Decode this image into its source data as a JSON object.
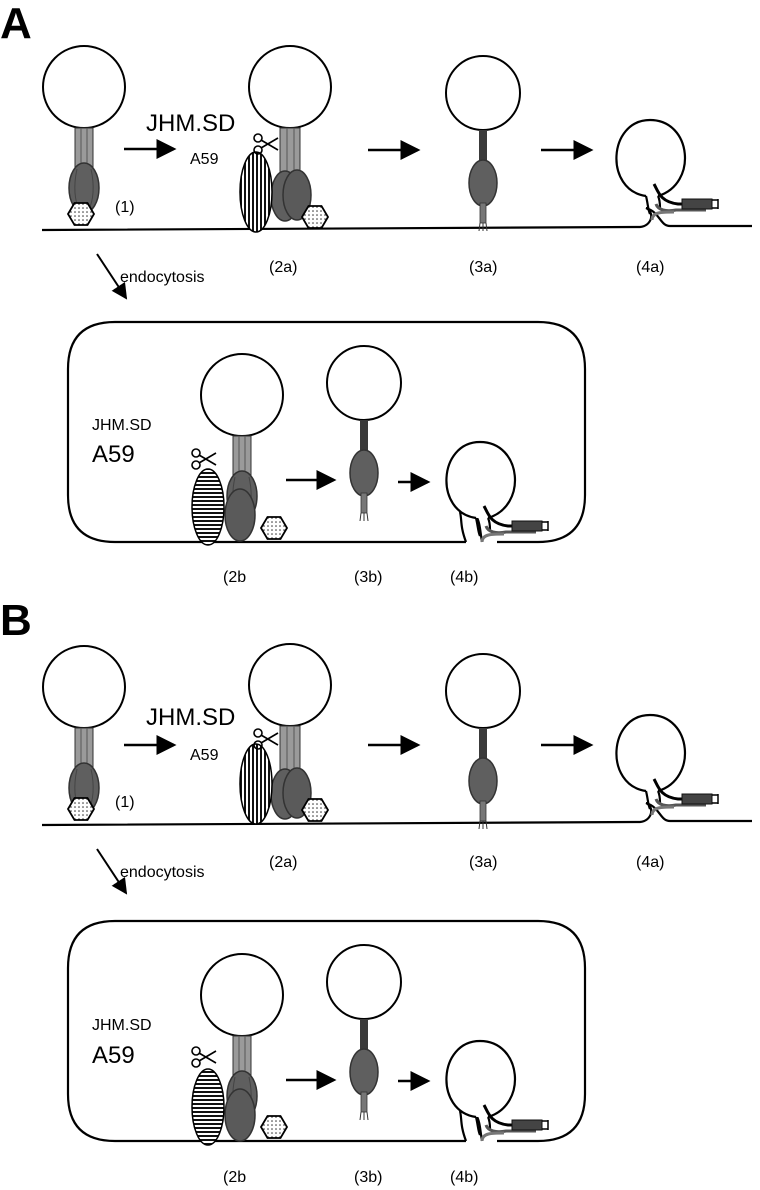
{
  "panels": [
    {
      "letter": "A",
      "surface": {
        "strain_big": "JHM.SD",
        "strain_small": "A59",
        "step1": "(1)",
        "step2": "(2a)",
        "step3": "(3a)",
        "step4": "(4a)",
        "endocytosis": "endocytosis"
      },
      "endosome": {
        "strain_small": "JHM.SD",
        "strain_big": "A59",
        "step2": "(2b",
        "step3": "(3b)",
        "step4": "(4b)"
      }
    },
    {
      "letter": "B",
      "surface": {
        "strain_big": "JHM.SD",
        "strain_small": "A59",
        "step1": "(1)",
        "step2": "(2a)",
        "step3": "(3a)",
        "step4": "(4a)",
        "endocytosis": "endocytosis"
      },
      "endosome": {
        "strain_small": "JHM.SD",
        "strain_big": "A59",
        "step2": "(2b",
        "step3": "(3b)",
        "step4": "(4b)"
      }
    }
  ],
  "colors": {
    "protein_dark": "#5f5f5f",
    "stalk_light": "#9a9a9a",
    "stalk_dark": "#3a3a3a",
    "line": "#000000"
  }
}
